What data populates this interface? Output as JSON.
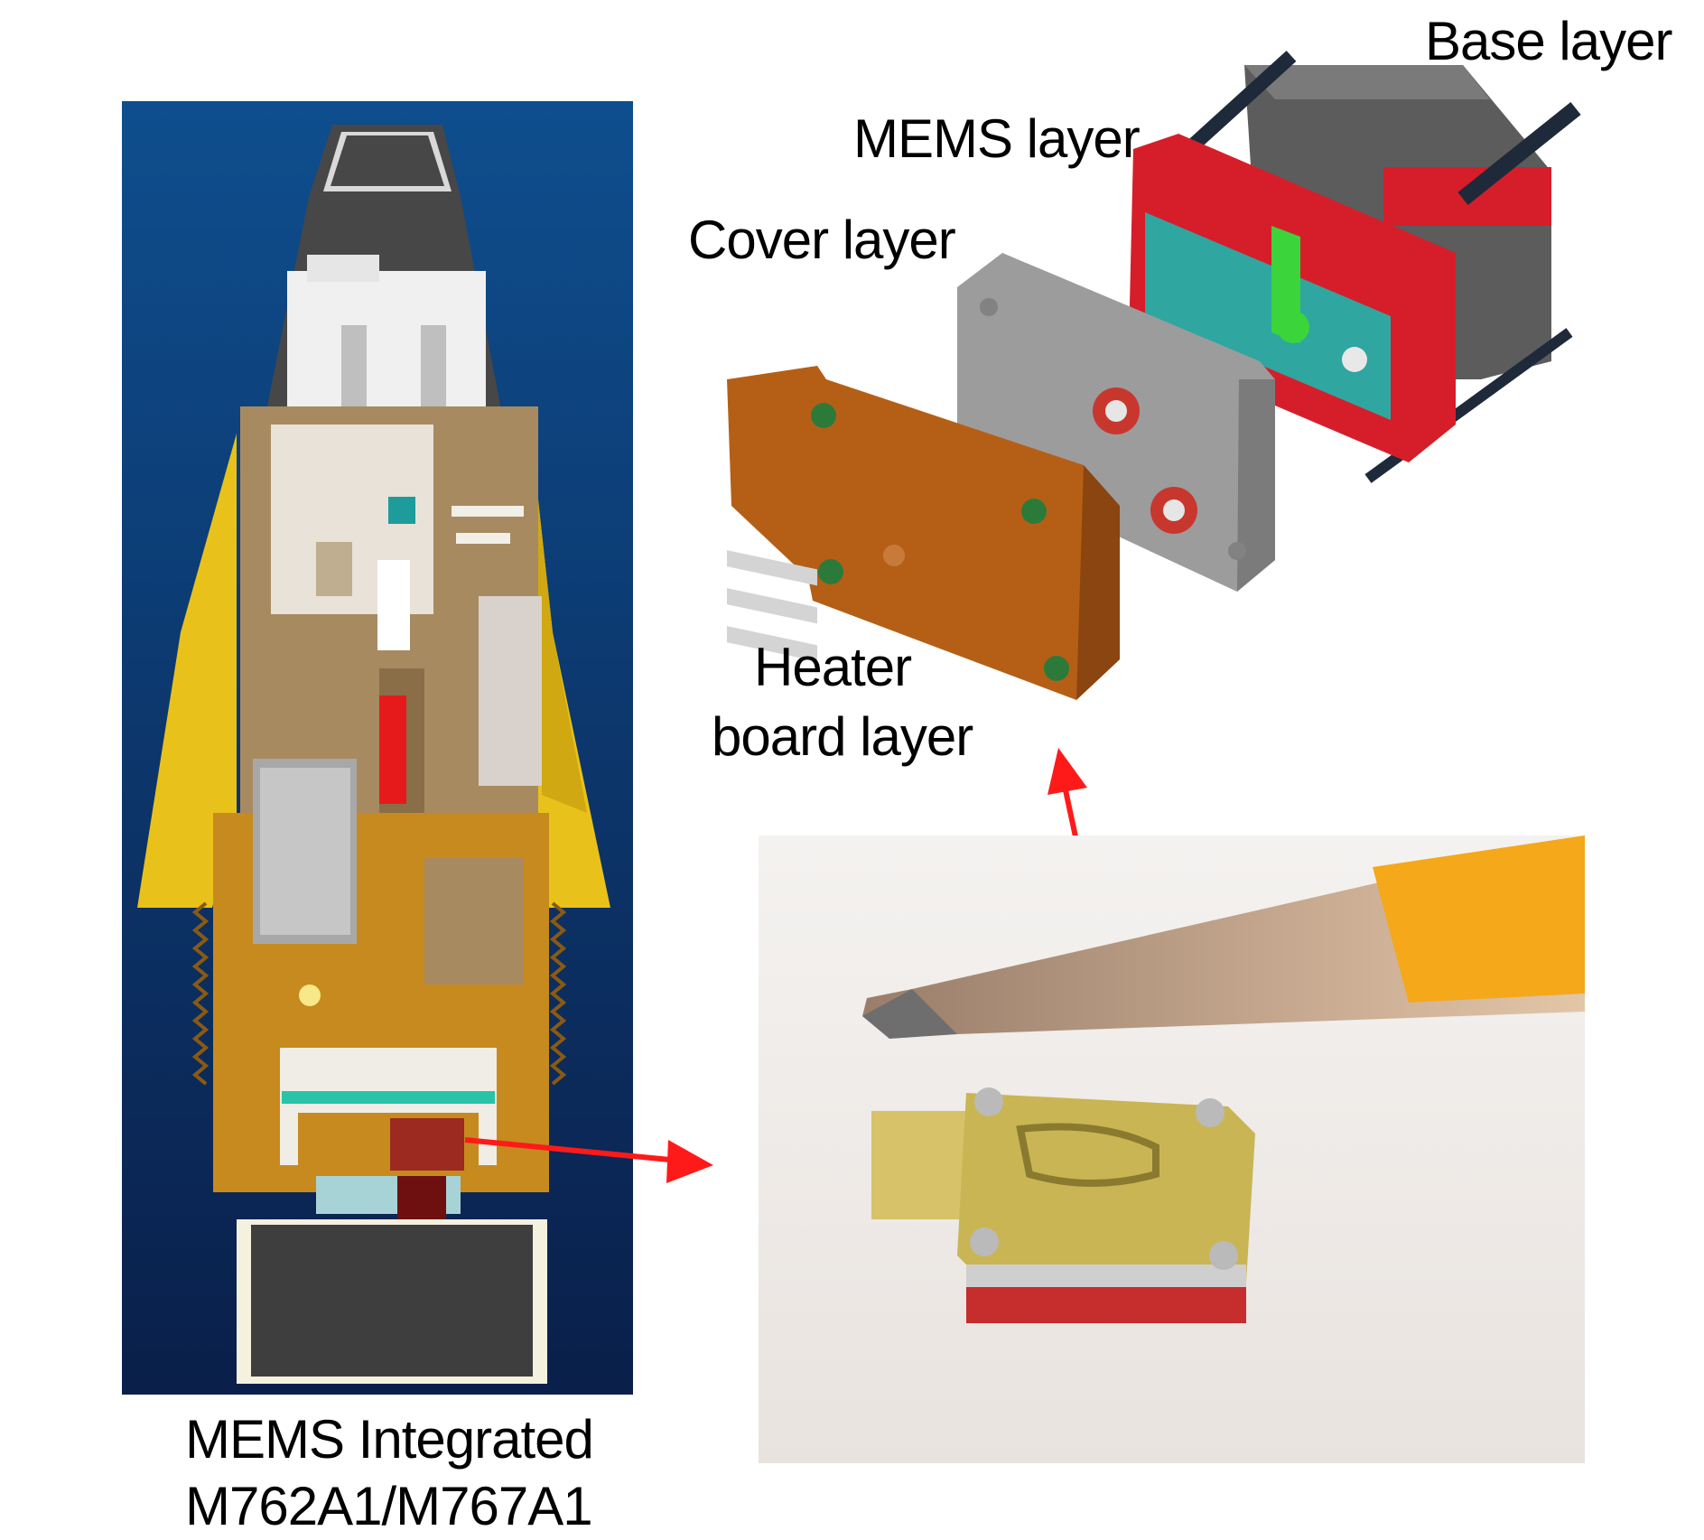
{
  "labels": {
    "base_layer": "Base layer",
    "mems_layer": "MEMS layer",
    "cover_layer": "Cover layer",
    "heater_board_line1": "Heater",
    "heater_board_line2": "board layer",
    "caption_line1": "MEMS Integrated",
    "caption_line2": "M762A1/M767A1"
  },
  "colors": {
    "arrow": "#ff1a1a",
    "cad_background_top": "#0e4e8e",
    "cad_background_bottom": "#0a1f4a",
    "fuze_body": "#c78a1f",
    "fuze_nose": "#474747",
    "fuze_fin": "#e8c21a",
    "mems_layer": "#d61e2a",
    "cover_layer": "#9c9c9c",
    "heater_layer": "#b55f16",
    "base_layer": "#5c5c5c"
  },
  "icons": {
    "fuze_cutaway": "fuze-cross-section-illustration",
    "exploded_assembly": "exploded-mems-assembly-illustration",
    "pencil_photo": "pencil-scale-photo-illustration"
  }
}
